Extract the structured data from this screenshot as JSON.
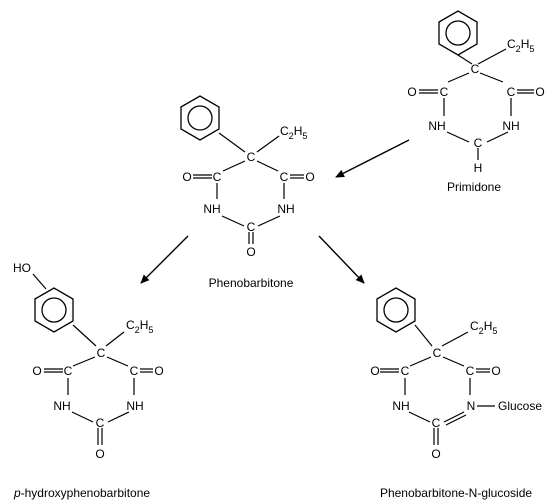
{
  "captions": {
    "primidone": "Primidone",
    "phenobarbitone": "Phenobarbitone",
    "hydroxy_prefix": "p",
    "hydroxy_rest": "-hydroxyphenobarbitone",
    "glucoside": "Phenobarbitone-N-glucoside"
  },
  "atoms": {
    "C": "C",
    "O": "O",
    "NH": "NH",
    "N": "N",
    "H": "H",
    "HO": "HO",
    "ethyl_main": "C",
    "ethyl_sub1": "2",
    "ethyl_h": "H",
    "ethyl_sub2": "5",
    "glucose": "Glucose"
  }
}
